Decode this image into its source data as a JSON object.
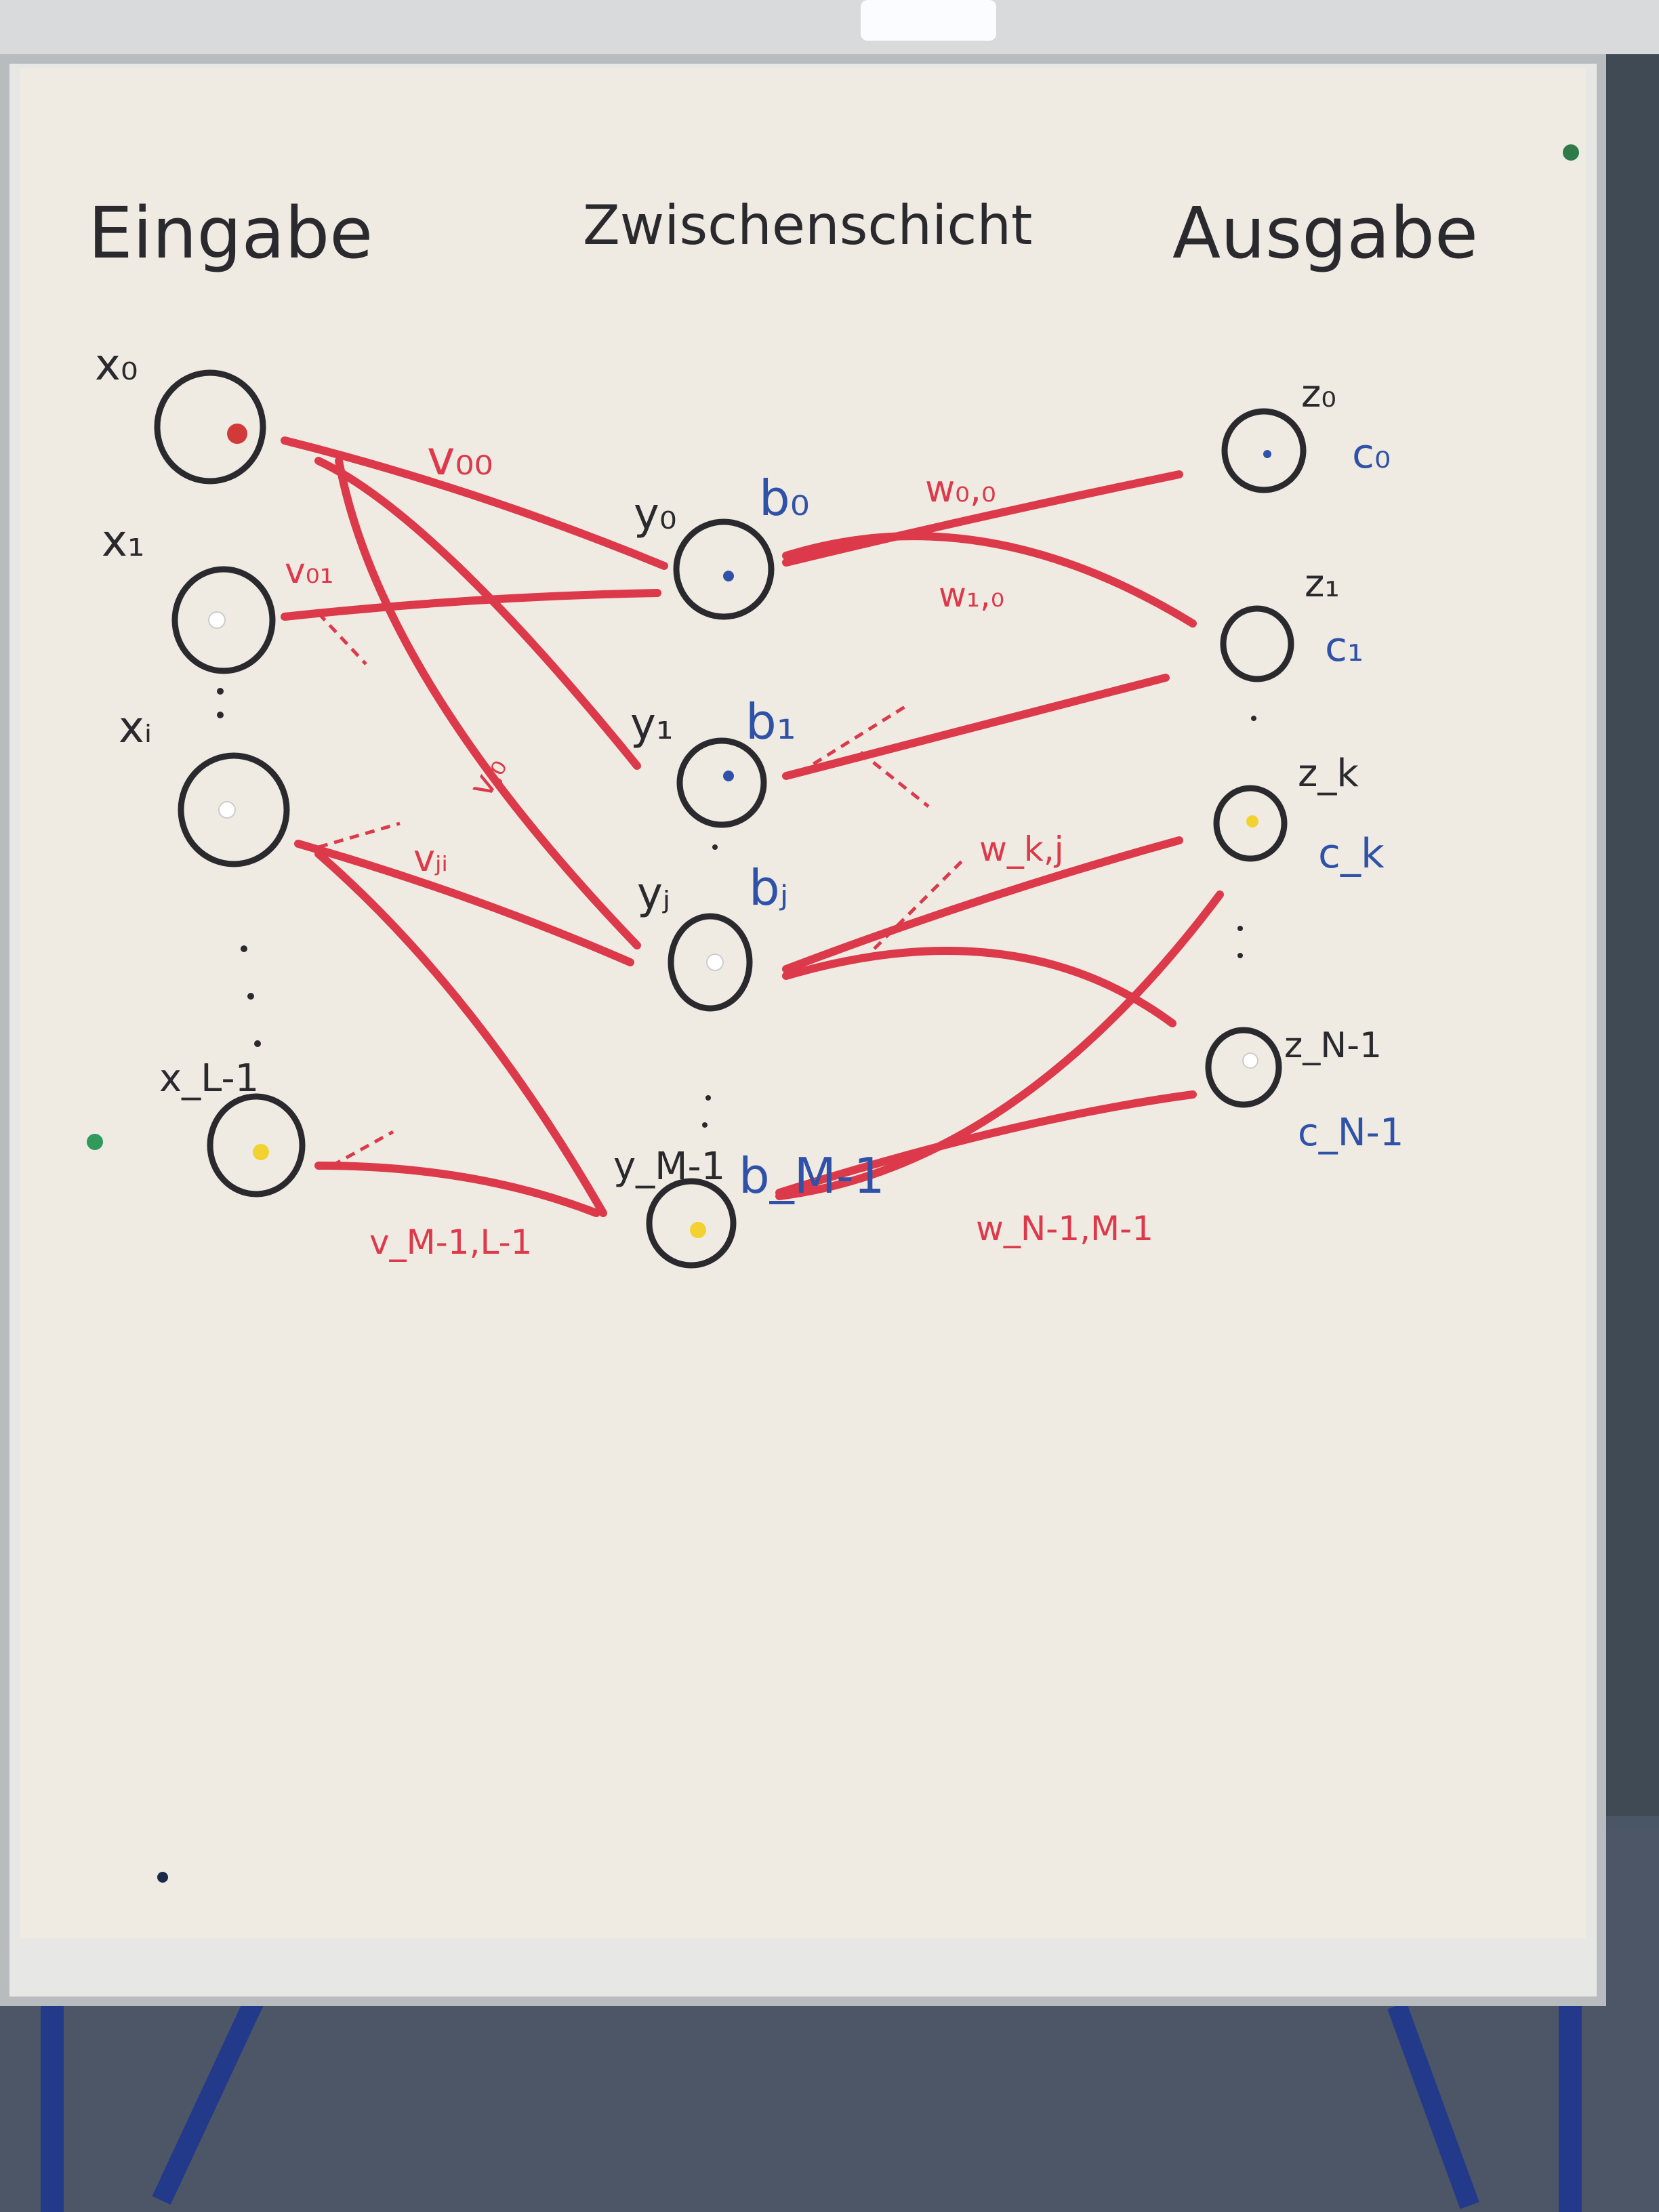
{
  "layers": {
    "input": {
      "title": "Eingabe"
    },
    "hidden": {
      "title": "Zwischenschicht"
    },
    "output": {
      "title": "Ausgabe"
    }
  },
  "nodes": {
    "x0": "x₀",
    "x1": "x₁",
    "xi": "xᵢ",
    "xL1": "x_L-1",
    "y0": "y₀",
    "y1": "y₁",
    "yj": "yⱼ",
    "yM1": "y_M-1",
    "z0": "z₀",
    "z1": "z₁",
    "zk": "z_k",
    "zN1": "z_N-1"
  },
  "biases": {
    "b0": "b₀",
    "b1": "b₁",
    "bj": "bⱼ",
    "bM1": "b_M-1",
    "c0": "c₀",
    "c1": "c₁",
    "ck": "c_k",
    "cN1": "c_N-1"
  },
  "weights": {
    "v00": "v₀₀",
    "v01": "v₀₁",
    "vj0": "vⱼ₀",
    "vji": "vⱼᵢ",
    "vM1L1": "v_M-1,L-1",
    "w00": "w₀,₀",
    "w10": "w₁,₀",
    "wkj": "w_k,j",
    "wN1M1": "w_N-1,M-1"
  },
  "colors": {
    "ink_black": "#2a2a2e",
    "ink_red": "#dc3a4a",
    "ink_blue": "#2f52a8",
    "paper": "#efebe3",
    "stand": "#233a8a"
  },
  "icons": {
    "pin_red": "pushpin",
    "pin_white": "pushpin",
    "pin_blue": "pushpin",
    "pin_yellow": "pushpin",
    "pin_green": "pushpin"
  }
}
